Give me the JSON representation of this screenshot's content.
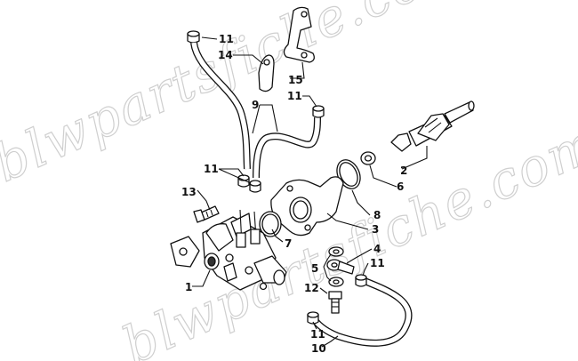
{
  "watermark": "blwpartsfiche.com",
  "labels": {
    "l1": "1",
    "l2": "2",
    "l3": "3",
    "l4": "4",
    "l5": "5",
    "l6": "6",
    "l7": "7",
    "l8": "8",
    "l9": "9",
    "l10": "10",
    "l11a": "11",
    "l11b": "11",
    "l11c": "11",
    "l11d": "11",
    "l11e": "11",
    "l12": "12",
    "l13": "13",
    "l14": "14",
    "l15": "15"
  }
}
